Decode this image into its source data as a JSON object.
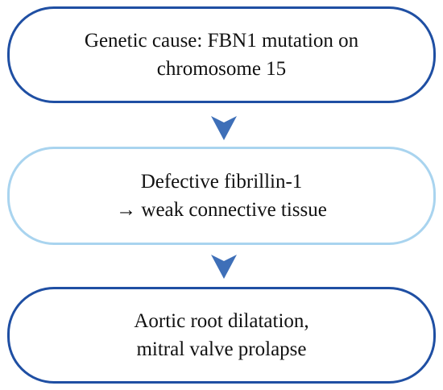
{
  "diagram": {
    "steps": [
      {
        "lines": [
          "Genetic cause: FBN1 mutation on",
          "chromosome 15"
        ]
      },
      {
        "lines": [
          "Defective fibrillin-1",
          "→ weak connective tissue"
        ]
      },
      {
        "lines": [
          "Aortic root dilatation,",
          "mitral valve prolapse"
        ]
      }
    ]
  },
  "colors": {
    "dark_border": "#1f4fa3",
    "light_border": "#a9d4ef",
    "arrow": "#3e6fb8",
    "text": "#111111"
  },
  "icons": {
    "connector": "chevron-down-icon"
  }
}
